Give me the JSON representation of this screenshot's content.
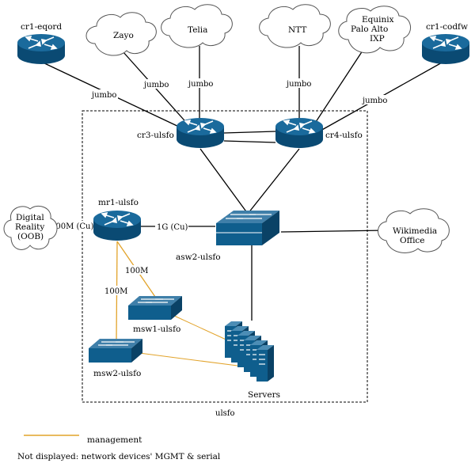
{
  "routers": {
    "cr1_eqord": "cr1-eqord",
    "cr1_codfw": "cr1-codfw",
    "cr3_ulsfo": "cr3-ulsfo",
    "cr4_ulsfo": "cr4-ulsfo",
    "mr1_ulsfo": "mr1-ulsfo"
  },
  "switches": {
    "asw2_ulsfo": "asw2-ulsfo",
    "msw1_ulsfo": "msw1-ulsfo",
    "msw2_ulsfo": "msw2-ulsfo"
  },
  "clouds": {
    "zayo": "Zayo",
    "telia": "Telia",
    "ntt": "NTT",
    "equinix_1": "Equinix",
    "equinix_2": "Palo Alto",
    "equinix_3": "IXP",
    "digital_1": "Digital",
    "digital_2": "Reality",
    "digital_3": "(OOB)",
    "wikimedia_1": "Wikimedia",
    "wikimedia_2": "Office"
  },
  "links": {
    "eqord": "jumbo",
    "zayo": "jumbo",
    "telia": "jumbo",
    "ntt": "jumbo",
    "codfw": "jumbo",
    "digital": "100M (Cu)",
    "mr1_asw2": "1G (Cu)",
    "mr1_msw1": "100M",
    "mr1_msw2": "100M"
  },
  "servers_label": "Servers",
  "site_label": "ulsfo",
  "legend": {
    "management": "management",
    "note": "Not displayed: network devices' MGMT & serial"
  },
  "colors": {
    "device": "#0f5e8d",
    "device_dark": "#0a4266",
    "device_light": "#4c8db5",
    "management": "#e2a32a",
    "link": "#000000"
  }
}
